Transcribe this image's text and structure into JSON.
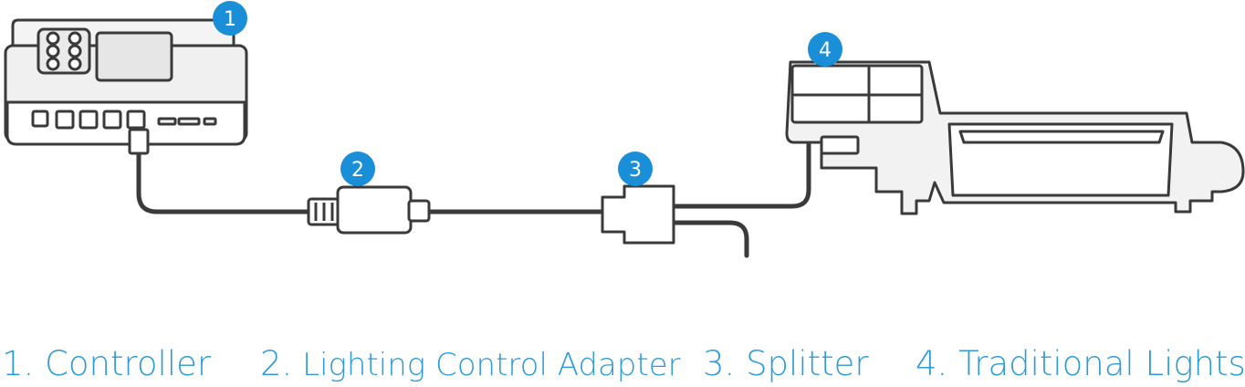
{
  "badges": {
    "b1": "1",
    "b2": "2",
    "b3": "3",
    "b4": "4"
  },
  "legend": {
    "item1": "1. Controller",
    "item2_num": "2.",
    "item2_label": "Lighting Control Adapter",
    "item3": "3. Splitter",
    "item4": "4. Traditional Lights"
  },
  "colors": {
    "badge": "#1a8fd8",
    "line": "#3a3a3a",
    "text": "#2e9bd6"
  },
  "icons": [
    "controller-device",
    "lighting-adapter",
    "splitter-connector",
    "aquarium-light-fixture"
  ]
}
